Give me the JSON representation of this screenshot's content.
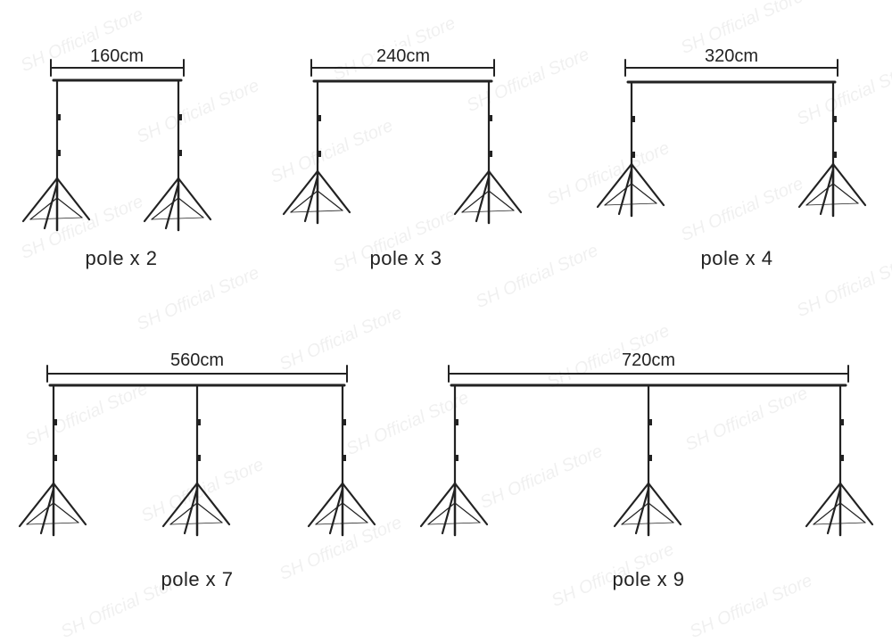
{
  "watermark": "SH Official Store",
  "accent_color": "#222222",
  "setups": [
    {
      "width_label": "160cm",
      "pole_label": "pole x 2",
      "poles": 2
    },
    {
      "width_label": "240cm",
      "pole_label": "pole x 3",
      "poles": 3
    },
    {
      "width_label": "320cm",
      "pole_label": "pole x 4",
      "poles": 4
    },
    {
      "width_label": "560cm",
      "pole_label": "pole x 7",
      "poles": 7
    },
    {
      "width_label": "720cm",
      "pole_label": "pole x 9",
      "poles": 9
    }
  ]
}
